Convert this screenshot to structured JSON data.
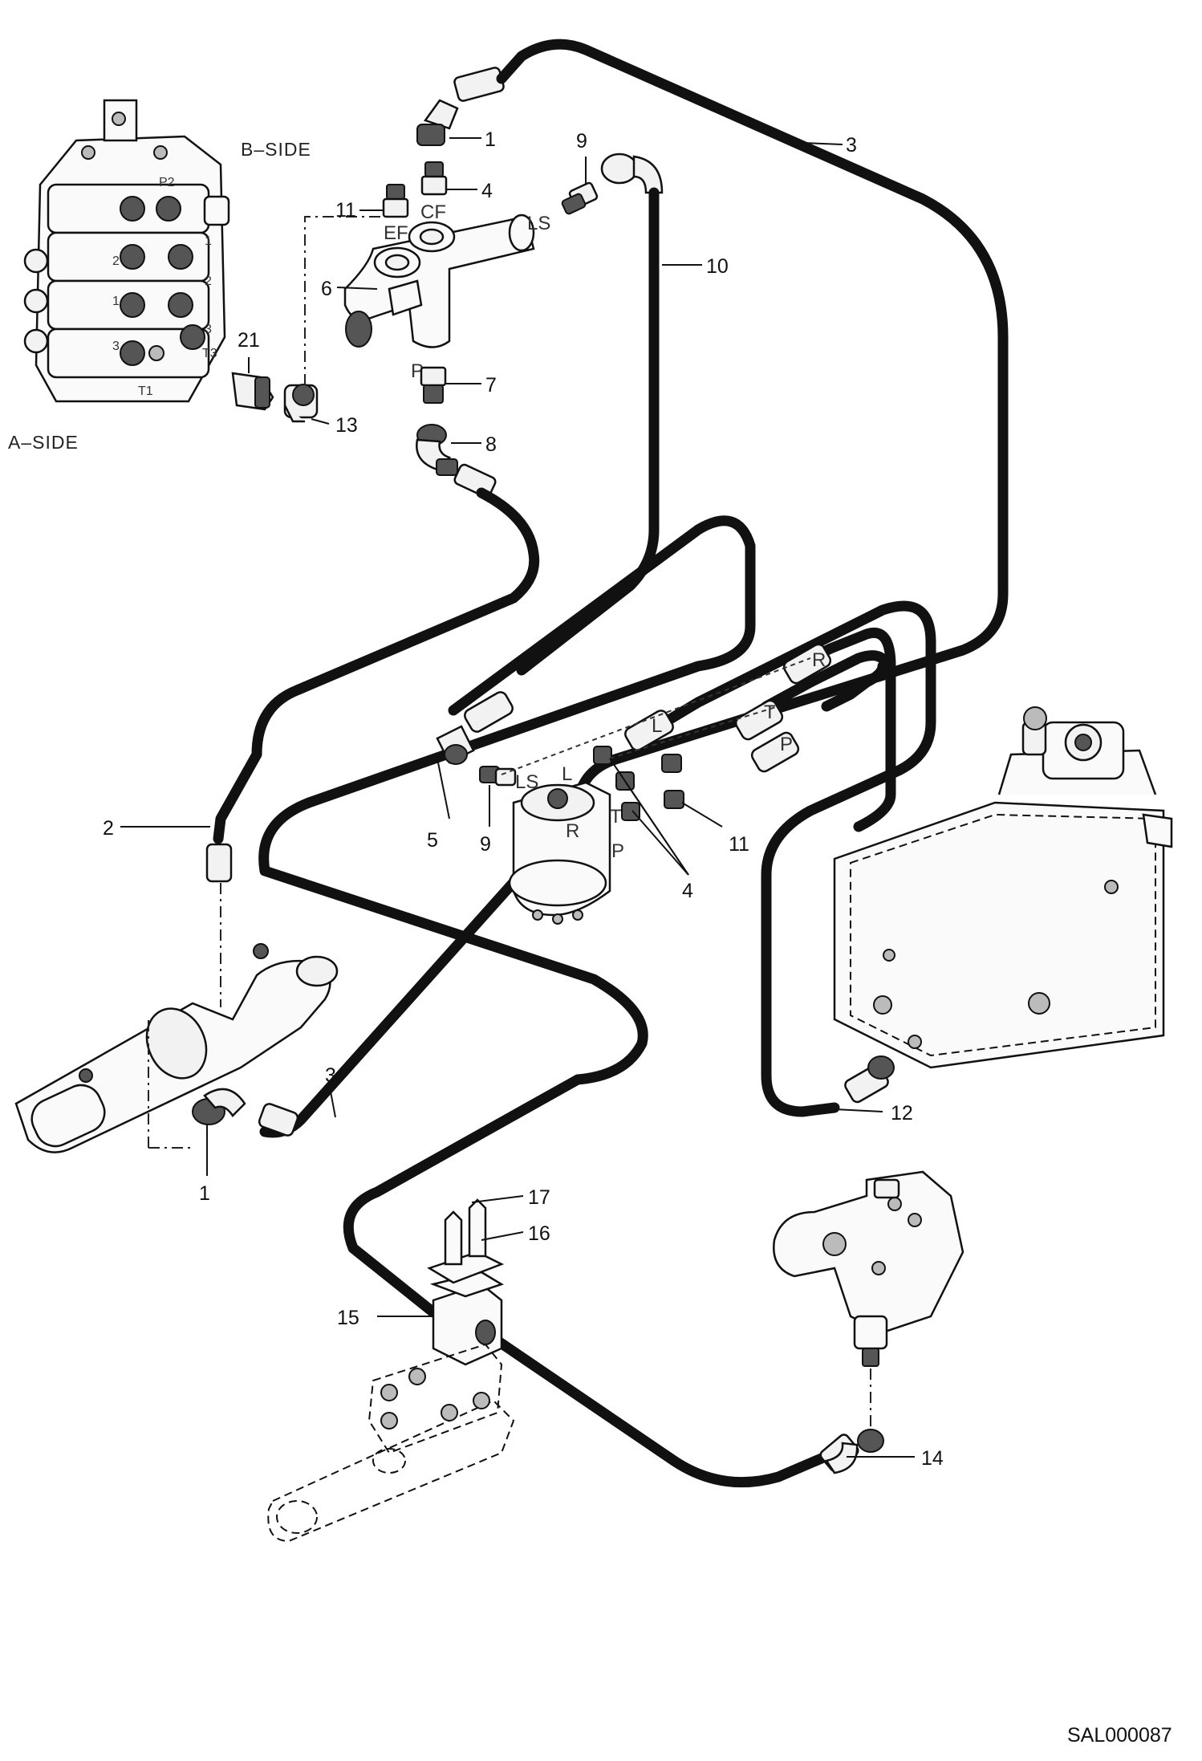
{
  "labels": {
    "b_side": "B–SIDE",
    "a_side": "A–SIDE",
    "reference": "SAL000087"
  },
  "callouts": [
    "1",
    "3",
    "9",
    "4",
    "11",
    "10",
    "6",
    "21",
    "7",
    "13",
    "8",
    "2",
    "5",
    "9",
    "11",
    "4",
    "3",
    "12",
    "1",
    "17",
    "16",
    "15",
    "14"
  ],
  "ports": {
    "ef": "EF",
    "cf": "CF",
    "ls_valve": "LS",
    "p_valve": "P",
    "ls_unit": "LS",
    "l_unit": "L",
    "r_unit": "R",
    "t_unit": "T",
    "p_unit": "P",
    "r_hose": "R",
    "t_hose": "T",
    "p_hose": "P",
    "l_hose": "L",
    "t3": "T3",
    "t1": "T1",
    "p2": "P2"
  },
  "valve_numbers": [
    "1",
    "2",
    "3",
    "1",
    "2",
    "3"
  ]
}
